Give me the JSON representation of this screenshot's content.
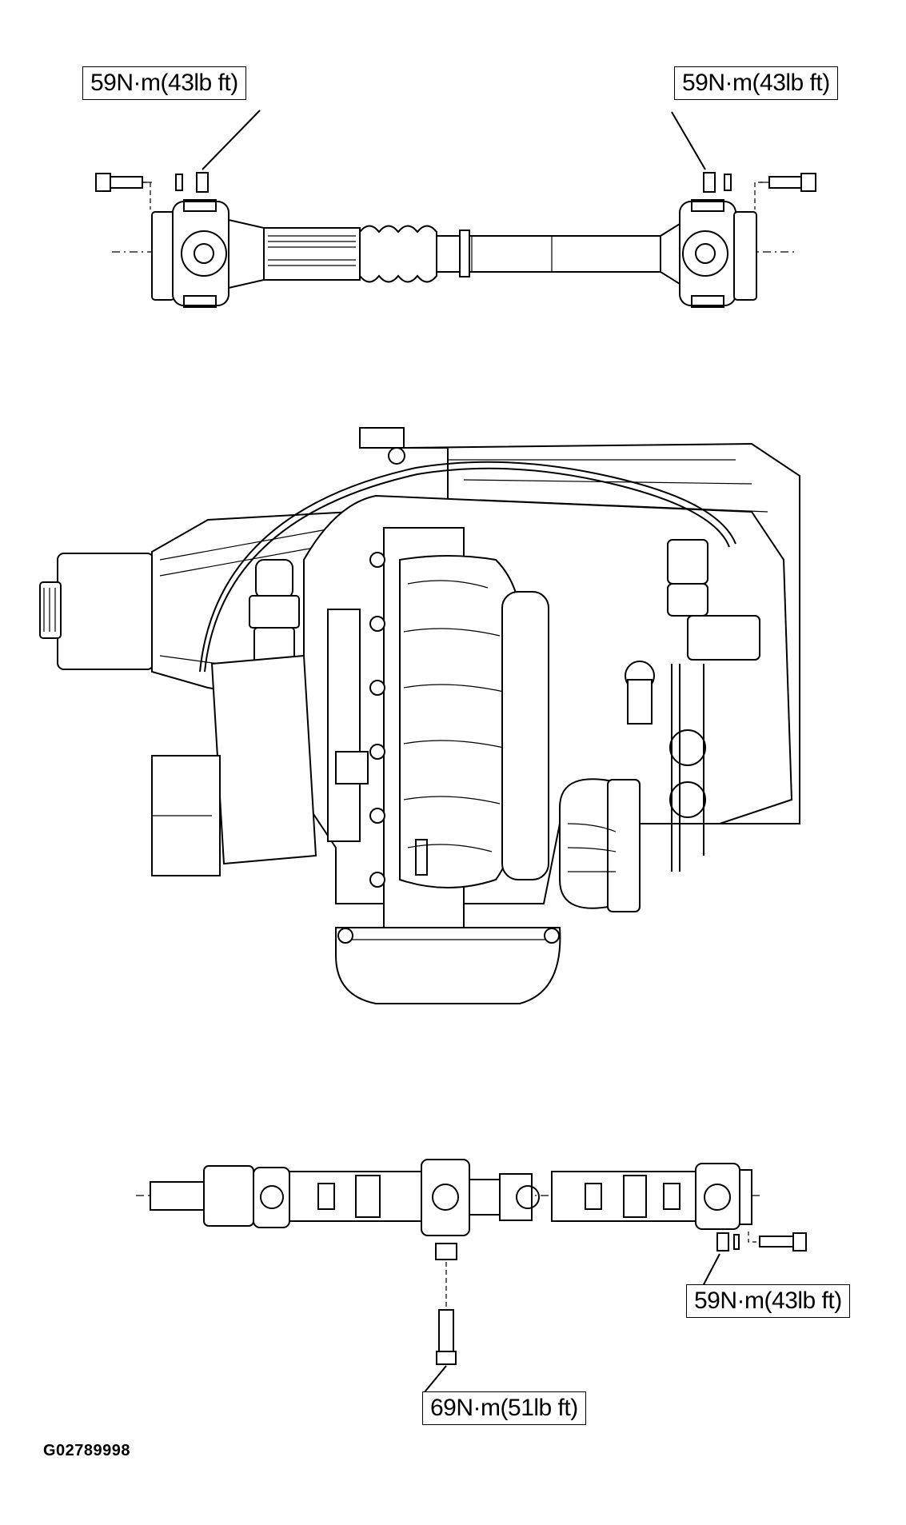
{
  "callouts": {
    "front_shaft_left": "59N·m(43lb ft)",
    "front_shaft_right": "59N·m(43lb ft)",
    "rear_shaft_flange": "59N·m(43lb ft)",
    "rear_shaft_center_bearing": "69N·m(51lb ft)"
  },
  "figure_id": "G02789998",
  "components": {
    "top": "front-propeller-shaft",
    "middle": "transfer-case",
    "bottom": "rear-propeller-shaft"
  }
}
